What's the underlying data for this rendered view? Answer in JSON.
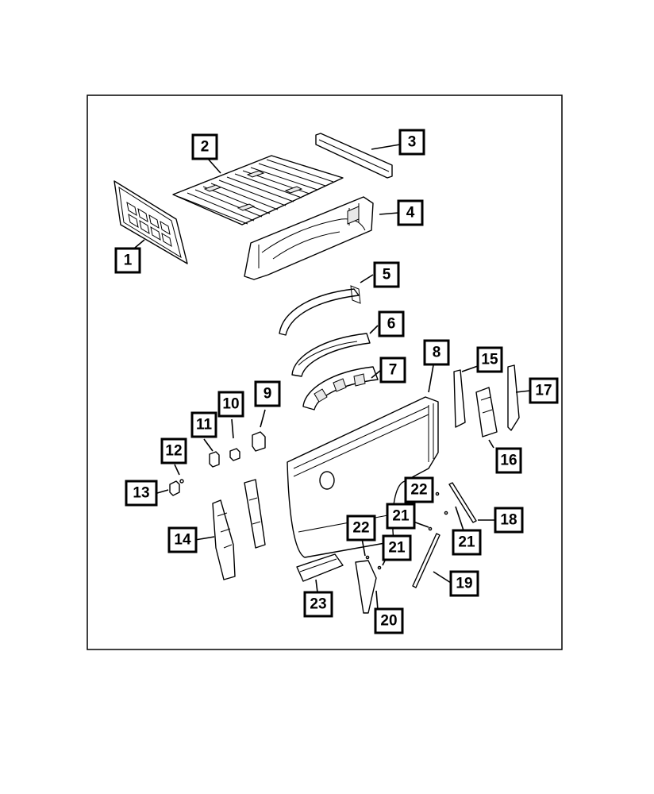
{
  "callouts": [
    {
      "id": "1",
      "label": "1"
    },
    {
      "id": "2",
      "label": "2"
    },
    {
      "id": "3",
      "label": "3"
    },
    {
      "id": "4",
      "label": "4"
    },
    {
      "id": "5",
      "label": "5"
    },
    {
      "id": "6",
      "label": "6"
    },
    {
      "id": "7",
      "label": "7"
    },
    {
      "id": "8",
      "label": "8"
    },
    {
      "id": "9",
      "label": "9"
    },
    {
      "id": "10",
      "label": "10"
    },
    {
      "id": "11",
      "label": "11"
    },
    {
      "id": "12",
      "label": "12"
    },
    {
      "id": "13",
      "label": "13"
    },
    {
      "id": "14",
      "label": "14"
    },
    {
      "id": "15",
      "label": "15"
    },
    {
      "id": "16",
      "label": "16"
    },
    {
      "id": "17",
      "label": "17"
    },
    {
      "id": "18",
      "label": "18"
    },
    {
      "id": "19",
      "label": "19"
    },
    {
      "id": "20",
      "label": "20"
    },
    {
      "id": "21a",
      "label": "21"
    },
    {
      "id": "21b",
      "label": "21"
    },
    {
      "id": "21c",
      "label": "21"
    },
    {
      "id": "22a",
      "label": "22"
    },
    {
      "id": "22b",
      "label": "22"
    },
    {
      "id": "23",
      "label": "23"
    }
  ]
}
